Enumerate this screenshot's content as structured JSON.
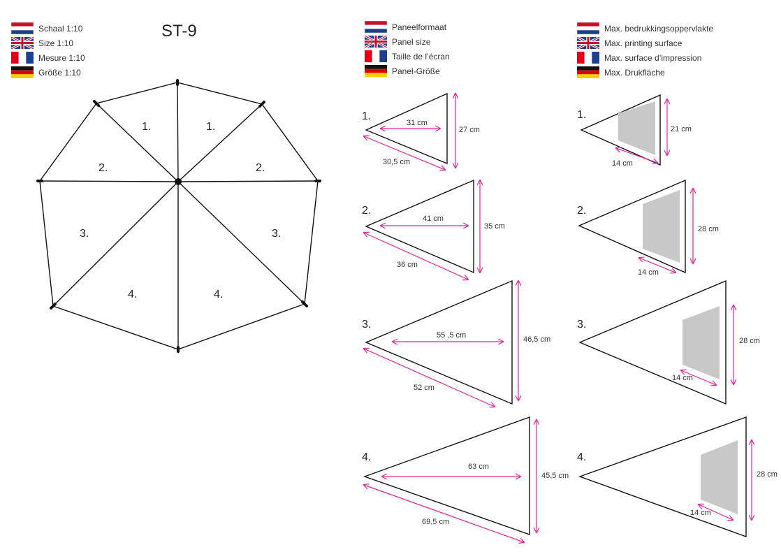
{
  "title": "ST-9",
  "legend_scale": [
    {
      "flag": "dutch-flag",
      "text": "Schaal 1:10"
    },
    {
      "flag": "uk-flag",
      "text": "Size 1:10"
    },
    {
      "flag": "french-flag",
      "text": "Mesure 1:10"
    },
    {
      "flag": "german-flag",
      "text": "Größe 1:10"
    }
  ],
  "legend_panel": [
    {
      "flag": "dutch-flag",
      "text": "Paneelformaat"
    },
    {
      "flag": "uk-flag",
      "text": "Panel size"
    },
    {
      "flag": "french-flag",
      "text": "Taille de l’écran"
    },
    {
      "flag": "german-flag",
      "text": "Panel-Größe"
    }
  ],
  "legend_print": [
    {
      "flag": "dutch-flag",
      "text": "Max. bedrukkingsoppervlakte"
    },
    {
      "flag": "uk-flag",
      "text": "Max. printing surface"
    },
    {
      "flag": "french-flag",
      "text": "Max. surface d’impression"
    },
    {
      "flag": "german-flag",
      "text": "Max. Drukfläche"
    }
  ],
  "umbrella_labels": [
    "1.",
    "1.",
    "2.",
    "2.",
    "3.",
    "3.",
    "4.",
    "4."
  ],
  "panels": [
    {
      "num": "1.",
      "width": "31 cm",
      "height": "27 cm",
      "slant": "30,5 cm",
      "print_height": "21 cm",
      "print_width": "14 cm"
    },
    {
      "num": "2.",
      "width": "41 cm",
      "height": "35 cm",
      "slant": "36 cm",
      "print_height": "28 cm",
      "print_width": "14 cm"
    },
    {
      "num": "3.",
      "width": "55 ,5 cm",
      "height": "46,5 cm",
      "slant": "52 cm",
      "print_height": "28 cm",
      "print_width": "14 cm"
    },
    {
      "num": "4.",
      "width": "63 cm",
      "height": "45,5 cm",
      "slant": "69,5 cm",
      "print_height": "28 cm",
      "print_width": "14 cm"
    }
  ],
  "colors": {
    "dimension": "#e0249a",
    "print_area": "#c8c8c8",
    "outline": "#111111"
  }
}
